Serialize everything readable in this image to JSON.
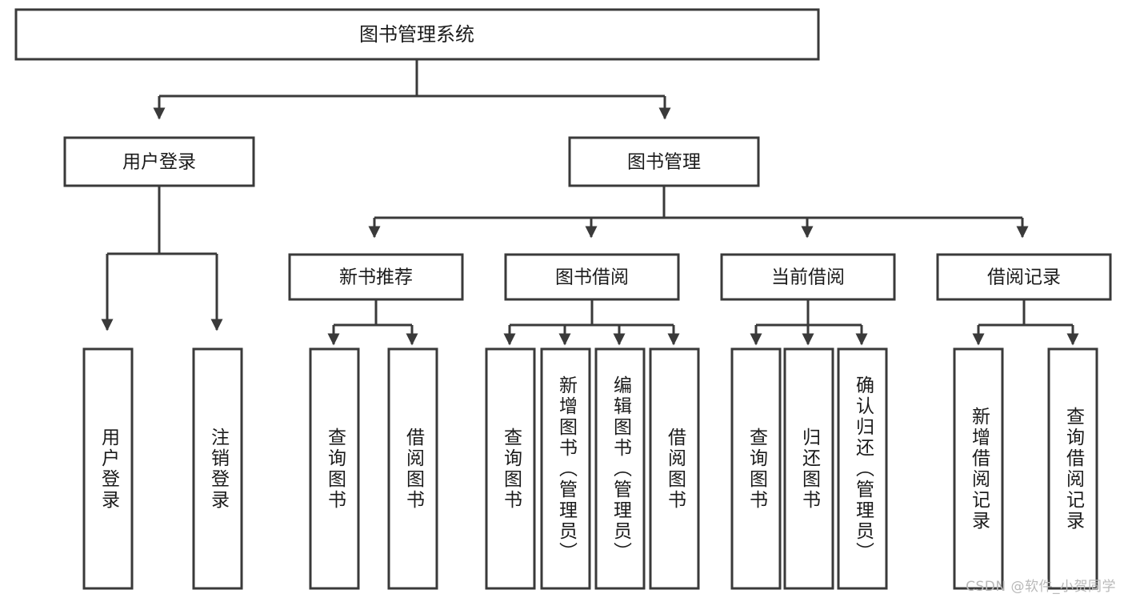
{
  "diagram": {
    "type": "tree",
    "title": "图书管理系统",
    "orientation": "top-down",
    "colors": {
      "box_stroke": "#3a3a3a",
      "box_fill": "#ffffff",
      "text": "#1b1b1b",
      "connector": "#3a3a3a",
      "watermark": "#b9b9b9",
      "background": "#ffffff"
    },
    "root": {
      "label": "图书管理系统"
    },
    "level1": [
      {
        "label": "用户登录"
      },
      {
        "label": "图书管理"
      }
    ],
    "level2": [
      {
        "label": "新书推荐"
      },
      {
        "label": "图书借阅"
      },
      {
        "label": "当前借阅"
      },
      {
        "label": "借阅记录"
      }
    ],
    "leaves": {
      "user_login": [
        {
          "label": "用户登录"
        },
        {
          "label": "注销登录"
        }
      ],
      "new_book_recommend": [
        {
          "label": "查询图书"
        },
        {
          "label": "借阅图书"
        }
      ],
      "book_borrow": [
        {
          "label": "查询图书"
        },
        {
          "label": "新增图书（管理员）"
        },
        {
          "label": "编辑图书（管理员）"
        },
        {
          "label": "借阅图书"
        }
      ],
      "current_borrow": [
        {
          "label": "查询图书"
        },
        {
          "label": "归还图书"
        },
        {
          "label": "确认归还（管理员）"
        }
      ],
      "borrow_record": [
        {
          "label": "新增借阅记录"
        },
        {
          "label": "查询借阅记录"
        }
      ]
    }
  },
  "watermark": {
    "text": "CSDN @软件_小贺同学"
  }
}
